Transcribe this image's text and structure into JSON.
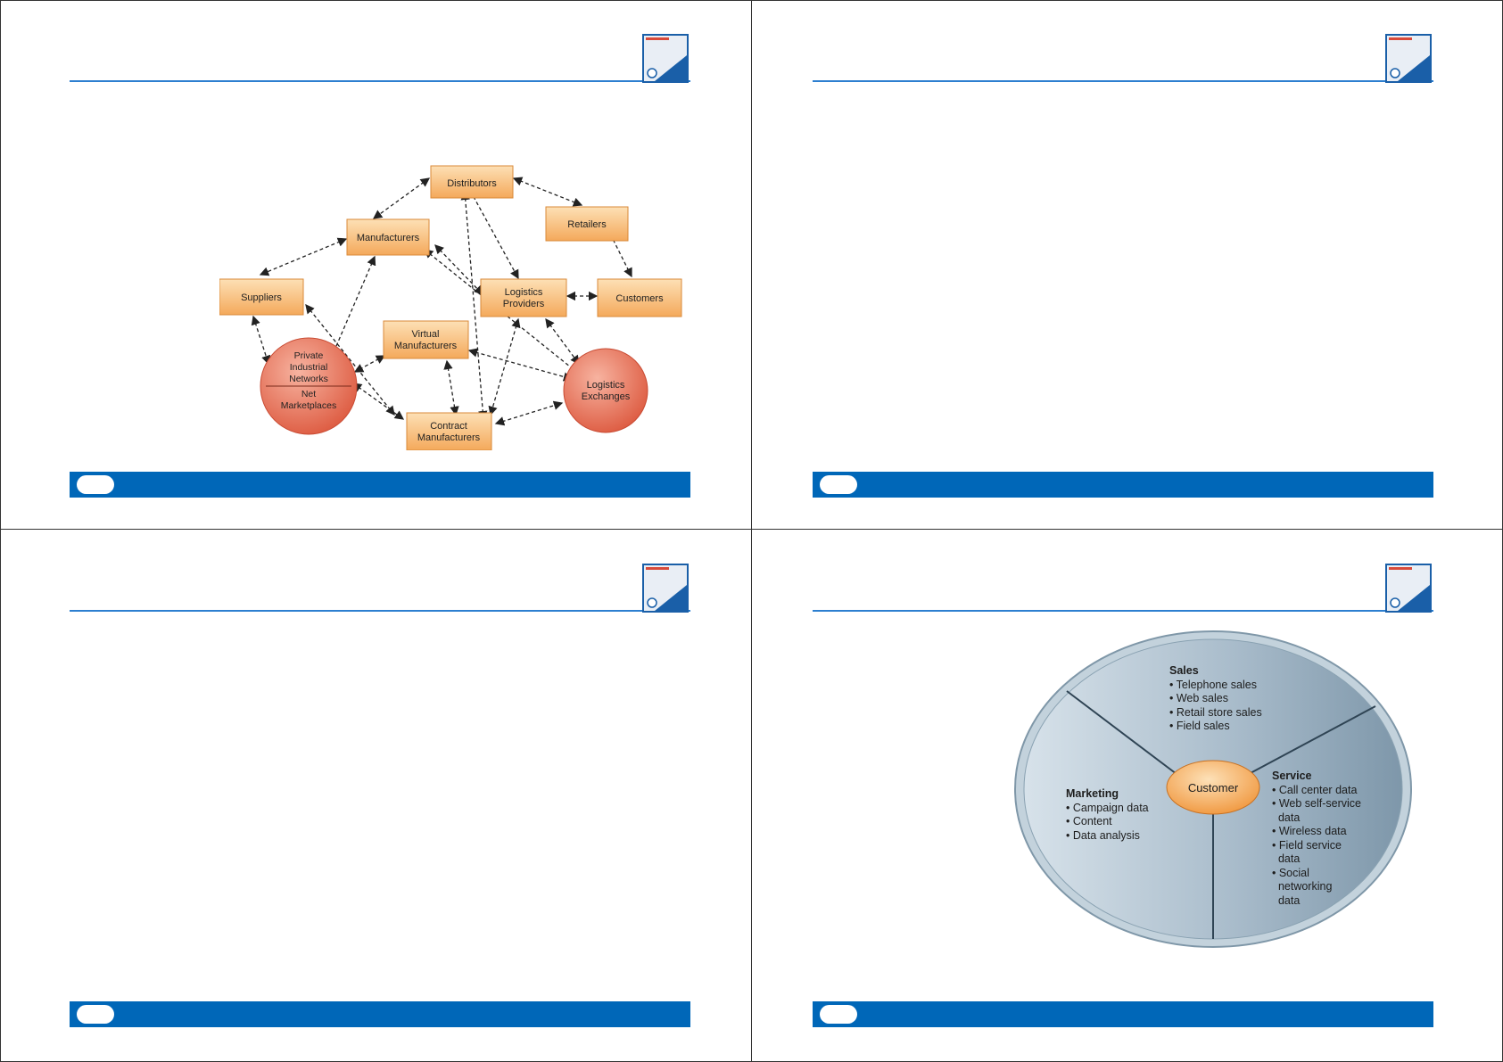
{
  "supply_chain": {
    "nodes": {
      "distributors": "Distributors",
      "manufacturers": "Manufacturers",
      "retailers": "Retailers",
      "suppliers": "Suppliers",
      "logistics_providers": [
        "Logistics",
        "Providers"
      ],
      "customers": "Customers",
      "virtual_manufacturers": [
        "Virtual",
        "Manufacturers"
      ],
      "private_networks": [
        "Private",
        "Industrial",
        "Networks"
      ],
      "net_marketplaces": [
        "Net",
        "Marketplaces"
      ],
      "logistics_exchanges": [
        "Logistics",
        "Exchanges"
      ],
      "contract_manufacturers": [
        "Contract",
        "Manufacturers"
      ]
    }
  },
  "crm": {
    "center": "Customer",
    "sales": {
      "title": "Sales",
      "items": [
        "• Telephone sales",
        "• Web sales",
        "• Retail store sales",
        "• Field sales"
      ]
    },
    "marketing": {
      "title": "Marketing",
      "items": [
        "• Campaign data",
        "• Content",
        "• Data analysis"
      ]
    },
    "service": {
      "title": "Service",
      "items": [
        "• Call center data",
        "• Web self-service",
        "  data",
        "• Wireless data",
        "• Field service",
        "  data",
        "• Social",
        "  networking",
        "  data"
      ]
    }
  },
  "colors": {
    "accent_blue": "#0067b8",
    "box_orange": "#f9c27f",
    "circle_red": "#e8735e"
  }
}
